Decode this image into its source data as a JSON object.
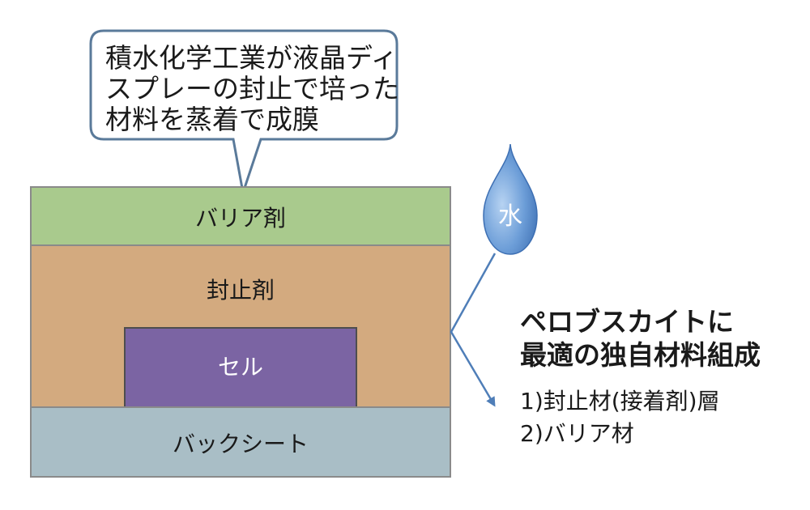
{
  "callout": {
    "lines": [
      "積水化学工業が液晶ディ",
      "スプレーの封止で培った",
      "材料を蒸着で成膜"
    ]
  },
  "layers": {
    "barrier": {
      "label": "バリア剤",
      "color": "#a9ca8d"
    },
    "sealant": {
      "label": "封止剤",
      "color": "#d3aa7f"
    },
    "cell": {
      "label": "セル",
      "color": "#7b64a3"
    },
    "backsheet": {
      "label": "バックシート",
      "color": "#a9bec6"
    }
  },
  "water_drop": {
    "label": "水",
    "color": "#5c8fd0"
  },
  "note": {
    "title_lines": [
      "ペロブスカイトに",
      "最適の独自材料組成"
    ],
    "items": [
      "1)封止材(接着剤)層",
      "2)バリア材"
    ]
  }
}
